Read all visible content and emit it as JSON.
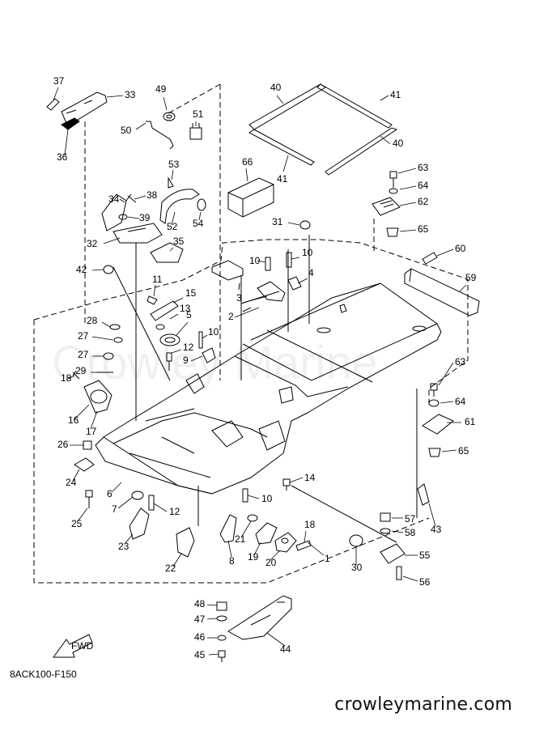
{
  "figure_code": "8ACK100-F150",
  "site_url": "crowleymarine.com",
  "watermark": "Crowley Marine",
  "fwd_label": "FWD",
  "callouts": [
    {
      "n": "1"
    },
    {
      "n": "2"
    },
    {
      "n": "3"
    },
    {
      "n": "4"
    },
    {
      "n": "5"
    },
    {
      "n": "6"
    },
    {
      "n": "7"
    },
    {
      "n": "8"
    },
    {
      "n": "9"
    },
    {
      "n": "10"
    },
    {
      "n": "10"
    },
    {
      "n": "10"
    },
    {
      "n": "10"
    },
    {
      "n": "11"
    },
    {
      "n": "12"
    },
    {
      "n": "12"
    },
    {
      "n": "13"
    },
    {
      "n": "14"
    },
    {
      "n": "15"
    },
    {
      "n": "16"
    },
    {
      "n": "17"
    },
    {
      "n": "18"
    },
    {
      "n": "18"
    },
    {
      "n": "19"
    },
    {
      "n": "20"
    },
    {
      "n": "21"
    },
    {
      "n": "22"
    },
    {
      "n": "23"
    },
    {
      "n": "24"
    },
    {
      "n": "25"
    },
    {
      "n": "26"
    },
    {
      "n": "27"
    },
    {
      "n": "27"
    },
    {
      "n": "28"
    },
    {
      "n": "29"
    },
    {
      "n": "30"
    },
    {
      "n": "31"
    },
    {
      "n": "32"
    },
    {
      "n": "33"
    },
    {
      "n": "34"
    },
    {
      "n": "35"
    },
    {
      "n": "36"
    },
    {
      "n": "37"
    },
    {
      "n": "38"
    },
    {
      "n": "39"
    },
    {
      "n": "40"
    },
    {
      "n": "40"
    },
    {
      "n": "41"
    },
    {
      "n": "41"
    },
    {
      "n": "42"
    },
    {
      "n": "43"
    },
    {
      "n": "44"
    },
    {
      "n": "45"
    },
    {
      "n": "46"
    },
    {
      "n": "47"
    },
    {
      "n": "48"
    },
    {
      "n": "49"
    },
    {
      "n": "50"
    },
    {
      "n": "51"
    },
    {
      "n": "52"
    },
    {
      "n": "53"
    },
    {
      "n": "54"
    },
    {
      "n": "55"
    },
    {
      "n": "56"
    },
    {
      "n": "57"
    },
    {
      "n": "58"
    },
    {
      "n": "59"
    },
    {
      "n": "60"
    },
    {
      "n": "61"
    },
    {
      "n": "62"
    },
    {
      "n": "63"
    },
    {
      "n": "63"
    },
    {
      "n": "64"
    },
    {
      "n": "64"
    },
    {
      "n": "65"
    },
    {
      "n": "65"
    },
    {
      "n": "66"
    }
  ]
}
